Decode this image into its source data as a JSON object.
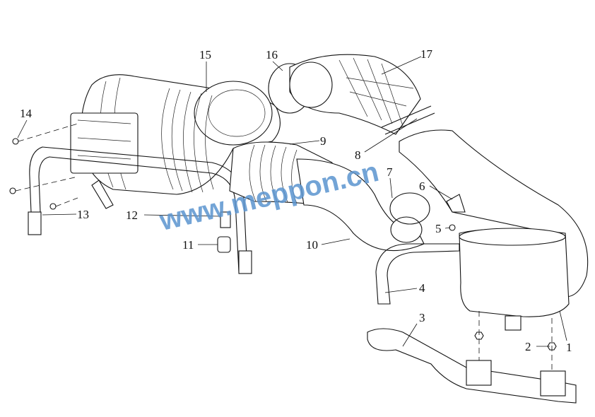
{
  "diagram": {
    "watermark": "www.meppon.cn",
    "callouts": {
      "c1": "1",
      "c2": "2",
      "c3": "3",
      "c4": "4",
      "c5": "5",
      "c6": "6",
      "c7": "7",
      "c8": "8",
      "c9": "9",
      "c10": "10",
      "c11": "11",
      "c12": "12",
      "c13": "13",
      "c14": "14",
      "c15": "15",
      "c16": "16",
      "c17": "17"
    }
  }
}
